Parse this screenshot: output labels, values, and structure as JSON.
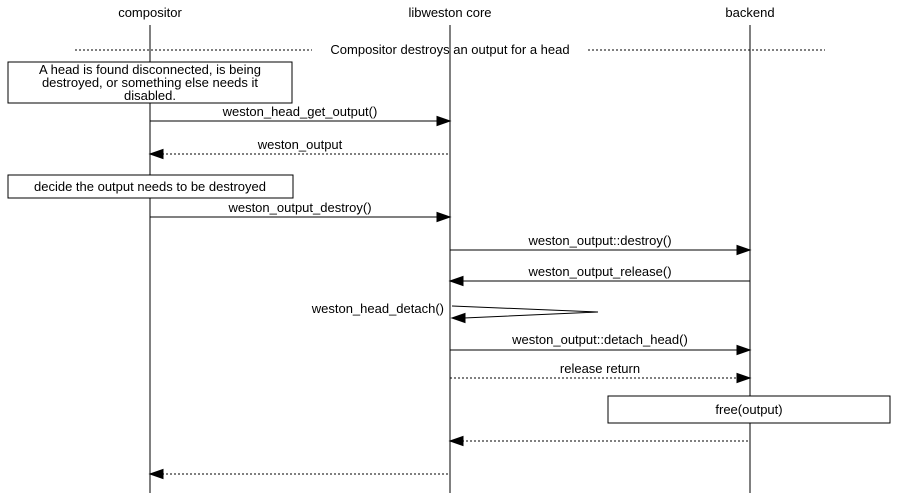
{
  "diagram": {
    "type": "sequence",
    "divider_title": "Compositor destroys an output for a head",
    "colors": {
      "line": "#000000",
      "background": "#ffffff",
      "text": "#000000"
    },
    "lifelines": [
      {
        "label": "compositor"
      },
      {
        "label": "libweston core"
      },
      {
        "label": "backend"
      }
    ],
    "notes": [
      {
        "lines": [
          "A head is found disconnected, is being",
          "destroyed, or something else needs it",
          "disabled."
        ]
      },
      {
        "lines": [
          "decide the output needs to be destroyed"
        ]
      },
      {
        "lines": [
          "free(output)"
        ]
      }
    ],
    "messages": [
      {
        "label": "weston_head_get_output()",
        "from": "compositor",
        "to": "libweston core",
        "style": "solid"
      },
      {
        "label": "weston_output",
        "from": "libweston core",
        "to": "compositor",
        "style": "dotted"
      },
      {
        "label": "weston_output_destroy()",
        "from": "compositor",
        "to": "libweston core",
        "style": "solid"
      },
      {
        "label": "weston_output::destroy()",
        "from": "libweston core",
        "to": "backend",
        "style": "solid"
      },
      {
        "label": "weston_output_release()",
        "from": "backend",
        "to": "libweston core",
        "style": "solid"
      },
      {
        "label": "weston_head_detach()",
        "from": "libweston core",
        "to": "libweston core",
        "style": "self"
      },
      {
        "label": "weston_output::detach_head()",
        "from": "libweston core",
        "to": "backend",
        "style": "solid"
      },
      {
        "label": "release return",
        "from": "libweston core",
        "to": "backend",
        "style": "dotted"
      },
      {
        "label": "",
        "from": "backend",
        "to": "libweston core",
        "style": "dotted"
      },
      {
        "label": "",
        "from": "libweston core",
        "to": "compositor",
        "style": "dotted"
      }
    ]
  }
}
